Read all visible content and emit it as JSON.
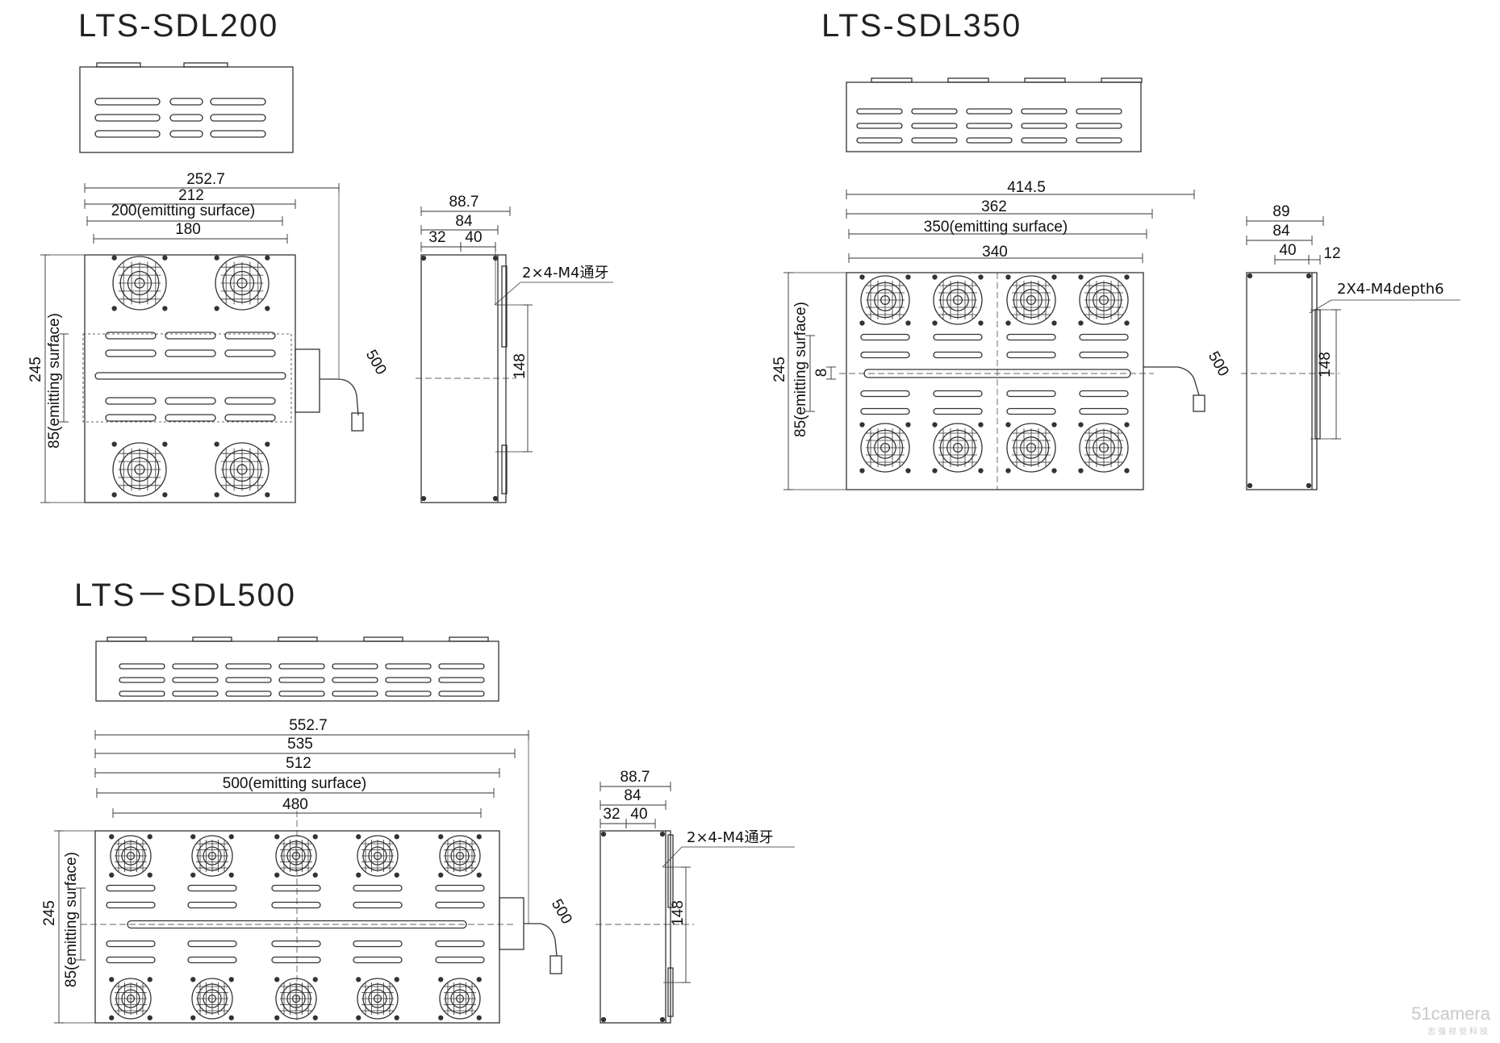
{
  "models": [
    {
      "title": "LTS-SDL200",
      "front_dims": [
        "252.7",
        "212",
        "200(emitting surface)",
        "180"
      ],
      "height_dims": [
        "245",
        "85(emitting surface)"
      ],
      "cable": "500",
      "side_dims": [
        "88.7",
        "84",
        "32",
        "40"
      ],
      "side_height": "148",
      "thread_note": "2×4-M4通牙"
    },
    {
      "title": "LTS-SDL350",
      "front_dims": [
        "414.5",
        "362",
        "350(emitting surface)",
        "340"
      ],
      "height_dims": [
        "245",
        "85(emitting surface)",
        "8"
      ],
      "cable": "500",
      "side_dims": [
        "89",
        "84",
        "40",
        "12"
      ],
      "side_height": "148",
      "thread_note": "2X4-M4depth6"
    },
    {
      "title": "LTS－SDL500",
      "front_dims": [
        "552.7",
        "535",
        "512",
        "500(emitting surface)",
        "480"
      ],
      "height_dims": [
        "245",
        "85(emitting surface)"
      ],
      "cable": "500",
      "side_dims": [
        "88.7",
        "84",
        "32",
        "40"
      ],
      "side_height": "148",
      "thread_note": "2×4-M4通牙"
    }
  ],
  "watermark": {
    "brand": "51camera",
    "tagline": "志强视觉科技"
  }
}
